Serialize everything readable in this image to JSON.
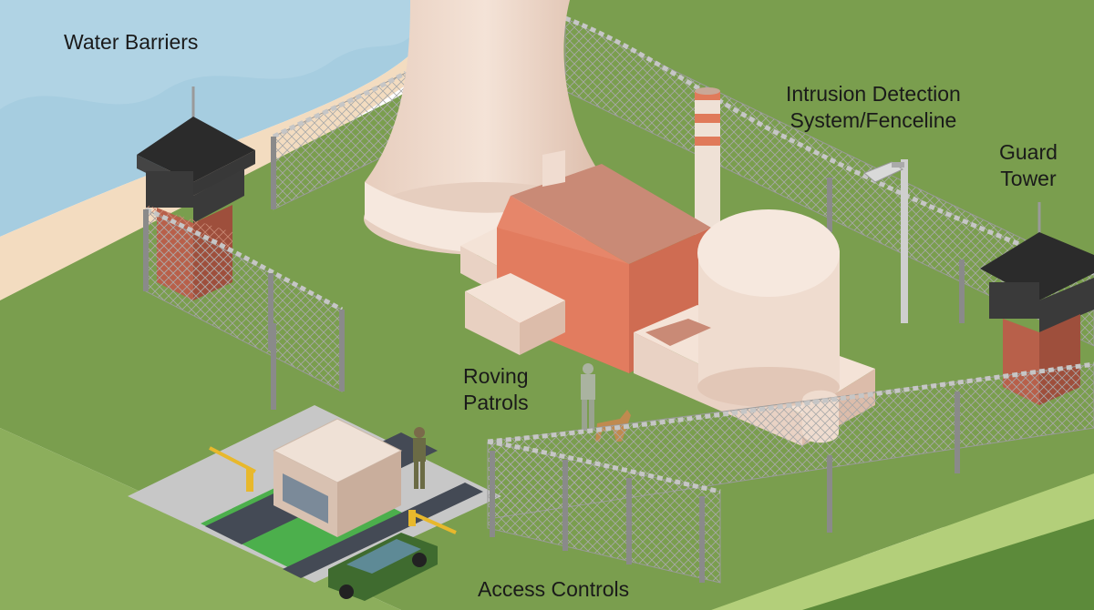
{
  "labels": {
    "water_barriers": "Water Barriers",
    "intrusion_detection": [
      "Intrusion Detection",
      "System/Fenceline"
    ],
    "guard_tower": [
      "Guard",
      "Tower"
    ],
    "roving_patrols": [
      "Roving",
      "Patrols"
    ],
    "access_controls": "Access Controls"
  },
  "colors": {
    "water": "#a6cde0",
    "beach": "#f3dcc0",
    "grass": "#7a9e4e",
    "cooling_tower": "#efd9cb",
    "turbine_building": "#e6866a",
    "reactor_dome": "#f0dcd0",
    "tower_roof": "#2b2b2b",
    "tower_brick": "#b8604a",
    "fence": "#9a9a9a",
    "car": "#3f6b2f"
  }
}
